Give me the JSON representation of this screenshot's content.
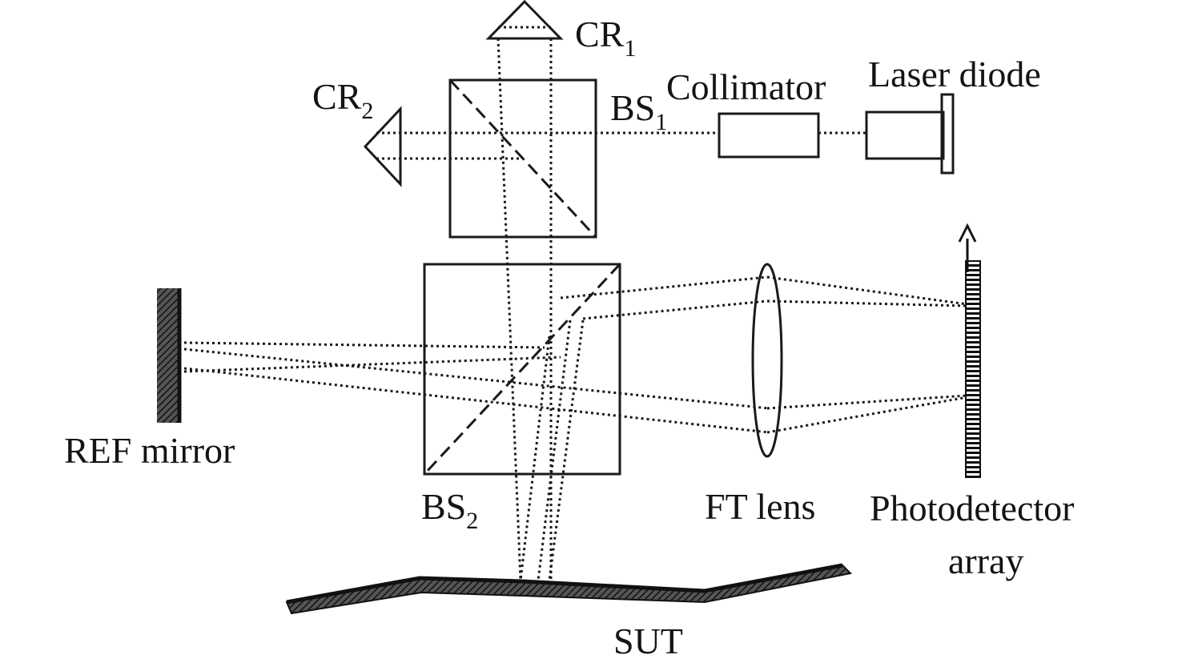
{
  "labels": {
    "cr1": {
      "main": "CR",
      "sub": "1"
    },
    "cr2": {
      "main": "CR",
      "sub": "2"
    },
    "bs1": {
      "main": "BS",
      "sub": "1"
    },
    "bs2": {
      "main": "BS",
      "sub": "2"
    },
    "collimator": "Collimator",
    "laser_diode": "Laser diode",
    "ref_mirror": "REF mirror",
    "ft_lens": "FT lens",
    "photodetector_line1": "Photodetector",
    "photodetector_line2": "array",
    "sut": "SUT"
  },
  "colors": {
    "ink": "#1a1a1a",
    "background": "#ffffff"
  }
}
